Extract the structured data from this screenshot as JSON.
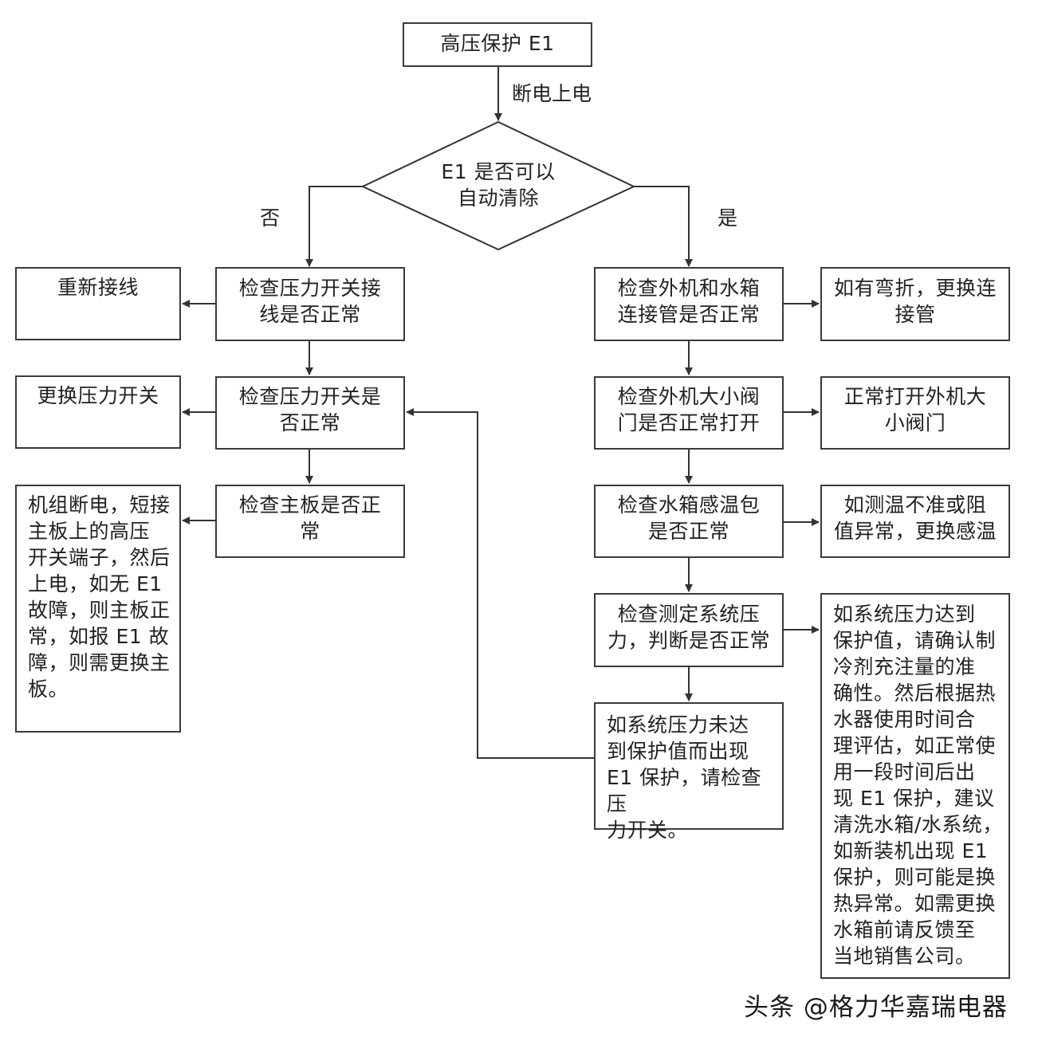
{
  "title": "高压保护 E1",
  "step_power": "断电上电",
  "decision": "E1 是否可以\n自动清除",
  "branch_no": "否",
  "branch_yes": "是",
  "left": {
    "check1": "检查压力开关接\n线是否正常",
    "action1": "重新接线",
    "check2": "检查压力开关是\n否正常",
    "action2": "更换压力开关",
    "check3": "检查主板是否正\n常",
    "action3": "机组断电，短接\n主板上的高压\n开关端子，然后\n上电，如无 E1\n故障，则主板正\n常，如报 E1 故\n障，则需更换主\n板。"
  },
  "right": {
    "check1": "检查外机和水箱\n连接管是否正常",
    "action1": "如有弯折，更换连\n接管",
    "check2": "检查外机大小阀\n门是否正常打开",
    "action2": "正常打开外机大\n小阀门",
    "check3": "检查水箱感温包\n是否正常",
    "action3": "如测温不准或阻\n值异常，更换感温",
    "check4": "检查测定系统压\n力，判断是否正常",
    "action4": "如系统压力达到\n保护值，请确认制\n冷剂充注量的准\n确性。然后根据热\n水器使用时间合\n理评估，如正常使\n用一段时间后出\n现 E1 保护，建议\n清洗水箱/水系统，\n如新装机出现 E1\n保护，则可能是换\n热异常。如需更换\n水箱前请反馈至\n当地销售公司。",
    "result": "如系统压力未达\n到保护值而出现\nE1 保护，请检查压\n力开关。"
  },
  "watermark": "头条 @格力华嘉瑞电器"
}
